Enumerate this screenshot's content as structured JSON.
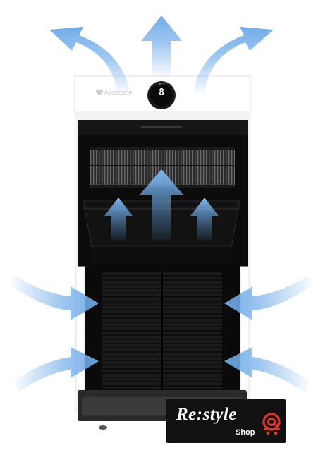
{
  "product": {
    "brand_logo": "Alldocube",
    "display_value": "8",
    "display_top": "88.5"
  },
  "badge": {
    "main": "Re:style",
    "sub": "Shop",
    "icon": "cart-at-icon",
    "accent": "#e0342d"
  },
  "colors": {
    "arrow": "#7db3ea",
    "body": "#ffffff",
    "interior": "#0b0b0b"
  }
}
